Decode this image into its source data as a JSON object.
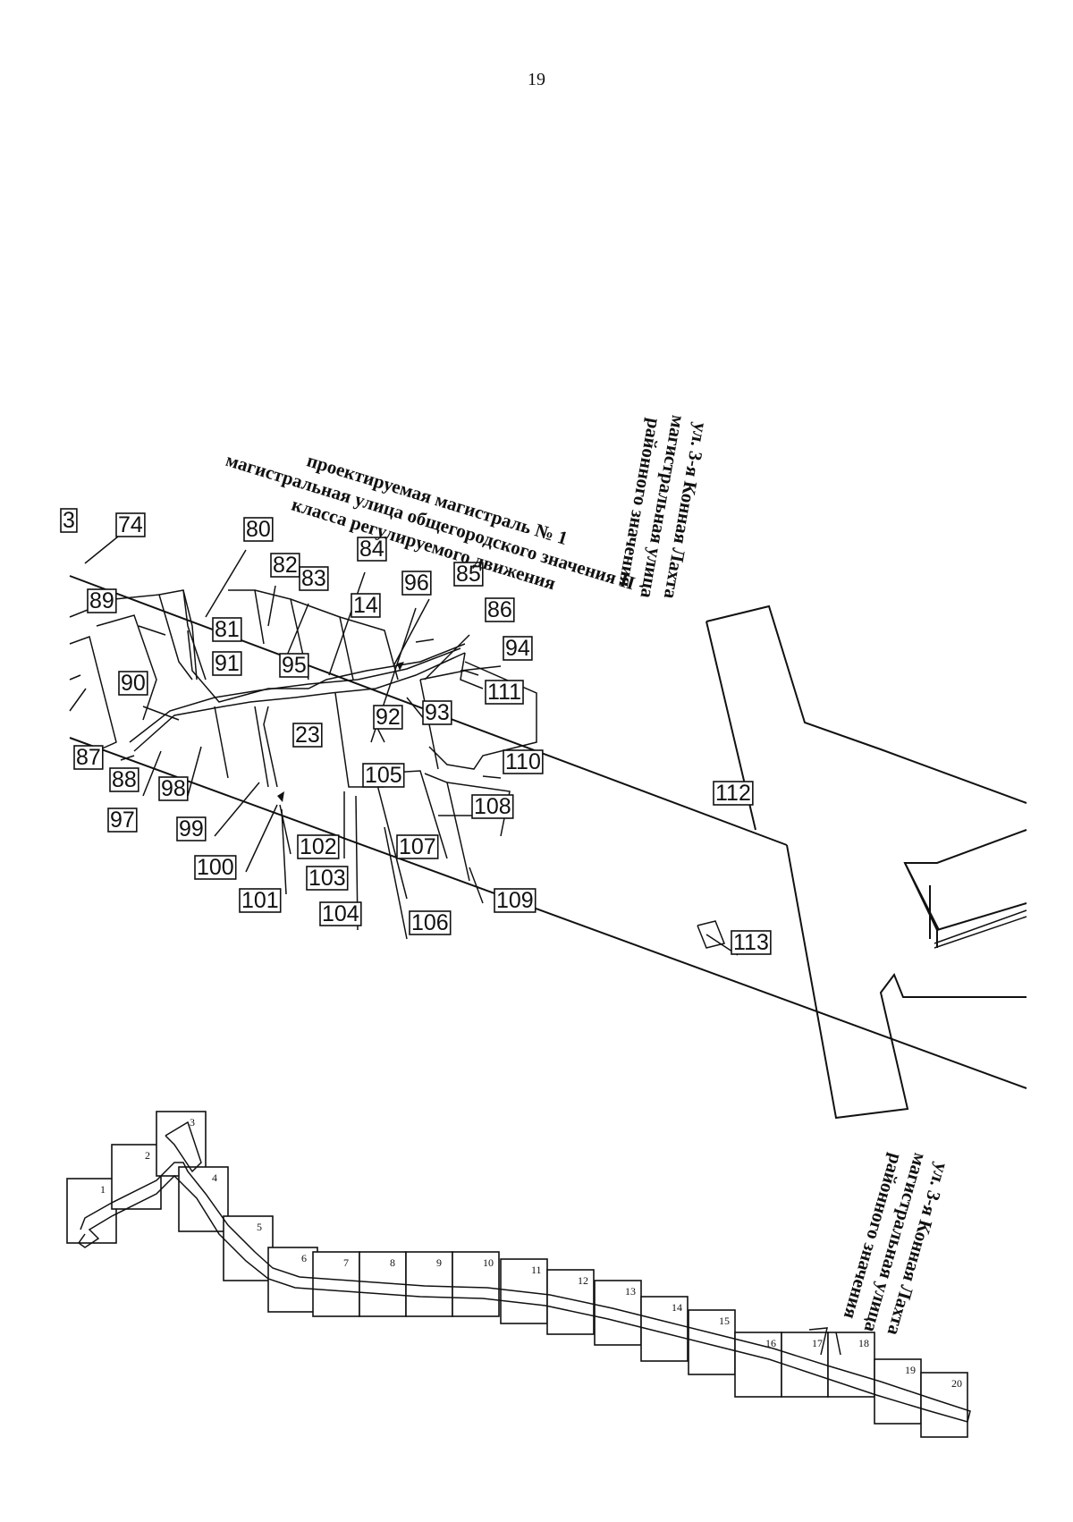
{
  "page_number": "19",
  "street_labels": {
    "magistral_1": [
      "проектируемая магистраль № 1",
      "магистральная улица общегородского значения II",
      "класса регулируемого движения"
    ],
    "konnaya_lakhta_main": [
      "ул. 3-я Конная Лахта",
      "магистральная улица",
      "районного значения"
    ],
    "konnaya_lakhta_overview": [
      "ул. 3-я Конная Лахта",
      "магистральная улица",
      "районного значения"
    ]
  },
  "parcels": [
    {
      "id": "3"
    },
    {
      "id": "74"
    },
    {
      "id": "80"
    },
    {
      "id": "82"
    },
    {
      "id": "83"
    },
    {
      "id": "84"
    },
    {
      "id": "96"
    },
    {
      "id": "85"
    },
    {
      "id": "86"
    },
    {
      "id": "94"
    },
    {
      "id": "89"
    },
    {
      "id": "81"
    },
    {
      "id": "14"
    },
    {
      "id": "91"
    },
    {
      "id": "95"
    },
    {
      "id": "90"
    },
    {
      "id": "93"
    },
    {
      "id": "92"
    },
    {
      "id": "111"
    },
    {
      "id": "23"
    },
    {
      "id": "87"
    },
    {
      "id": "88"
    },
    {
      "id": "98"
    },
    {
      "id": "97"
    },
    {
      "id": "105"
    },
    {
      "id": "110"
    },
    {
      "id": "112"
    },
    {
      "id": "108"
    },
    {
      "id": "99"
    },
    {
      "id": "102"
    },
    {
      "id": "107"
    },
    {
      "id": "100"
    },
    {
      "id": "103"
    },
    {
      "id": "109"
    },
    {
      "id": "101"
    },
    {
      "id": "104"
    },
    {
      "id": "106"
    },
    {
      "id": "113"
    }
  ],
  "overview_sheets": [
    {
      "id": "1"
    },
    {
      "id": "2"
    },
    {
      "id": "3"
    },
    {
      "id": "4"
    },
    {
      "id": "5"
    },
    {
      "id": "6"
    },
    {
      "id": "7"
    },
    {
      "id": "8"
    },
    {
      "id": "9"
    },
    {
      "id": "10"
    },
    {
      "id": "11"
    },
    {
      "id": "12"
    },
    {
      "id": "13"
    },
    {
      "id": "14"
    },
    {
      "id": "15"
    },
    {
      "id": "16"
    },
    {
      "id": "17"
    },
    {
      "id": "18"
    },
    {
      "id": "19",
      "highlighted": true
    },
    {
      "id": "20"
    }
  ],
  "colors": {
    "ink": "#111111",
    "paper": "#ffffff"
  }
}
